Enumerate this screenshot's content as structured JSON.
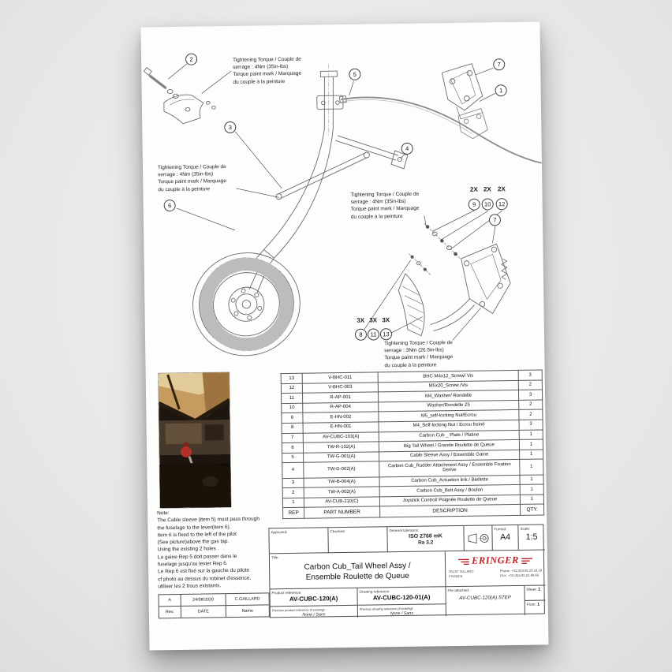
{
  "colors": {
    "brand_red": "#c0252b",
    "paper": "#fdfdfc"
  },
  "torque_notes": {
    "top": "Tightening Torque / Couple de\nserrage : 4Nm (35in-lbs)\nTorque paint mark / Marquage\ndu couple à la peinture",
    "left": "Tightening Torque / Couple de\nserrage : 4Nm (35in-lbs)\nTorque paint mark / Marquage\ndu couple à la peinture",
    "middle": "Tightening Torque / Couple de\nserrage : 4Nm (35in-lbs)\nTorque paint mark / Marquage\ndu couple à la peinture",
    "bottom": "Tightening Torque / Couple de\nserrage : 3Nm (26.5in-lbs)\nTorque paint mark / Marquage\ndu couple à la peinture"
  },
  "balloons": {
    "n1": "1",
    "n2": "2",
    "n3": "3",
    "n4": "4",
    "n5": "5",
    "n6": "6",
    "n7": "7",
    "n8": "8",
    "n9": "9",
    "n10": "10",
    "n11": "11",
    "n12": "12",
    "n13": "13"
  },
  "qty_labels": {
    "x2": "2X",
    "x3": "3X"
  },
  "note_text": "Note:\nThe Cable sleeve (item 5) must pass through\nthe fuselage to the lever(item 6).\nItem 6 is fixed to the left of the pilot\n(See picture)above the gas tap.\nUsing the existing 2 holes .\nLa gaine Rep 5 doit passer dans le\nfuselage jusqu'au levier Rep 6.\nLe Rep 6 est fixé sur la gauche du pilote\ncf photo au dessus du robinet d'essence.\nutiliser les 2 trous existants.",
  "bom": {
    "headers": {
      "rep": "REP",
      "part_number": "PART NUMBER",
      "description": "DESCRIPTION",
      "qty": "QTY."
    },
    "rows": [
      {
        "rep": "13",
        "part_number": "V-BHC-011",
        "description": "BHC M4x12_Screw/ Vis",
        "qty": "3"
      },
      {
        "rep": "12",
        "part_number": "V-BHC-003",
        "description": "M5x20_Screw /Vis",
        "qty": "2"
      },
      {
        "rep": "11",
        "part_number": "R-AP-001",
        "description": "M4_Washer/ Rondelle",
        "qty": "3"
      },
      {
        "rep": "10",
        "part_number": "R-AP-004",
        "description": "Washer/Rondelle Z5",
        "qty": "2"
      },
      {
        "rep": "9",
        "part_number": "E-HN-002",
        "description": "M5_self-locking Nut/Ecrou",
        "qty": "2"
      },
      {
        "rep": "8",
        "part_number": "E-HN-001",
        "description": "M4_Self-locking Nut / Ecrou freiné",
        "qty": "3"
      },
      {
        "rep": "7",
        "part_number": "AV-CUBC-103(A)",
        "description": "Carbon Cub _ Plate / Platine",
        "qty": "1"
      },
      {
        "rep": "6",
        "part_number": "TW-R-102(A)",
        "description": "Big Tail Wheel / Grande Roulette de Queue",
        "qty": "1"
      },
      {
        "rep": "5",
        "part_number": "TW-G-001(A)",
        "description": "Cable Sleeve Assy / Ensemble Gaine",
        "qty": "1"
      },
      {
        "rep": "4",
        "part_number": "TW-D-002(A)",
        "description": "Carbon Cub_Rudder Attachment Assy / Ensemble Fixation Derive",
        "qty": "1"
      },
      {
        "rep": "3",
        "part_number": "TW-B-004(A)",
        "description": "Carbon Cub_Actuation link / Biellette",
        "qty": "1"
      },
      {
        "rep": "2",
        "part_number": "TW-A-002(A)",
        "description": "Carbon Cub_Bolt Assy / Boulon",
        "qty": "1"
      },
      {
        "rep": "1",
        "part_number": "AV-CUB-210(C)",
        "description": "Joystick Control/ Poignée Roulette de Queue",
        "qty": "1"
      }
    ]
  },
  "title_block": {
    "approved_label": "Approved:",
    "checked_label": "Checked:",
    "tolerance_label": "General tolerance:",
    "tolerance_value": "ISO 2768 mK",
    "roughness": "Ra 3.2",
    "format_label": "Format:",
    "format_value": "A4",
    "scale_label": "Scale:",
    "scale_value": "1:5",
    "title_label": "Title:",
    "title_line1": "Carbon Cub_Tail Wheel Assy /",
    "title_line2": "Ensemble Roulette de Queue",
    "brand": "ERINGER",
    "address_line1": "05130 TALLARD",
    "address_line2": "FRANCE",
    "phone": "Phone: +33.(0)4.92.20.16.19",
    "fax": "FAX: +33.(0)4.92.52.69.66",
    "product_ref_label": "Product reference:",
    "product_ref": "AV-CUBC-120(A)",
    "drawing_ref_label": "Drawing reference:",
    "drawing_ref": "AV-CUBC-120-01(A)",
    "prev_product_label": "Previous product reference (if existing):",
    "prev_product_value": "None / Sans",
    "prev_drawing_label": "Previous drawing reference (if existing):",
    "prev_drawing_value": "None / Sans",
    "file_label": "File attached:",
    "file_value": "AV-CUBC-120(A).STEP",
    "sheet_label": "Sheet:",
    "sheet_value": "1",
    "from_label": "From:",
    "from_value": "1"
  },
  "rev_block": {
    "rev": "A",
    "date": "24/08/2020",
    "name": "C.GAILLARD",
    "rev_label": "Rev.",
    "date_label": "DATE",
    "name_label": "Name"
  }
}
